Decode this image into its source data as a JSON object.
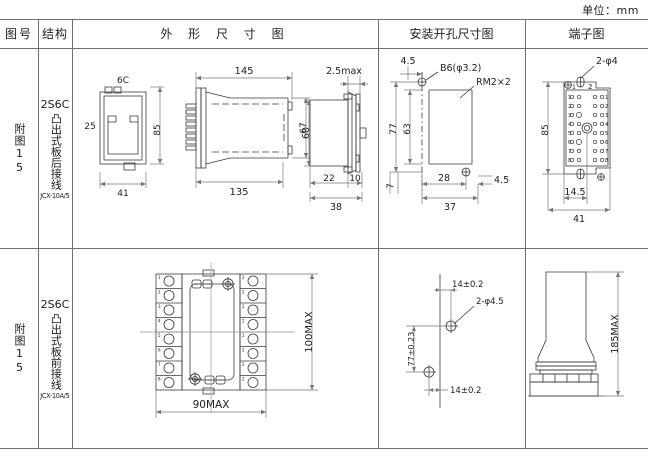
{
  "unit_note": "单位：mm",
  "header": {
    "col_code": "图号",
    "col_structure": "结构",
    "col_outline": "外 形 尺 寸 图",
    "col_hole": "安装开孔尺寸图",
    "col_terminal": "端子图"
  },
  "rows": [
    {
      "code": "附图15",
      "structure_model": "2S6C",
      "structure_text": "凸出式板后接线",
      "structure_series": "JCX-10A/5",
      "outline_dims": {
        "front_top": "6C",
        "front_left": "25",
        "front_right": "85",
        "front_bottom": "41",
        "side_top": "145",
        "side_bottom": "135",
        "side_right": "67",
        "end_top": "2.5max",
        "end_left": "60",
        "end_b1": "22",
        "end_b2": "10",
        "end_bottom": "38"
      },
      "hole_dims": {
        "top_offset": "4.5",
        "hole_spec": "B6(φ3.2)",
        "thread_spec": "RM2×2",
        "height_outer": "77",
        "height_inner": "63",
        "bottom_offset": "7",
        "width_inner": "28",
        "right_offset": "4.5",
        "width_outer": "37"
      },
      "terminal_dims": {
        "hole_note": "2-φ4",
        "height": "85",
        "width_inner": "14.5",
        "width_outer": "41",
        "top_label_1": "1",
        "top_label_2": "2",
        "pin_numbers": [
          "1",
          "2",
          "3",
          "4",
          "5",
          "6",
          "7",
          "8"
        ]
      }
    },
    {
      "code": "附图15",
      "structure_model": "2S6C",
      "structure_text": "凸出式板前接线",
      "structure_series": "JCX-10A/5",
      "outline_dims": {
        "width": "90MAX",
        "height": "100MAX",
        "terminal_numbers_left": [
          "1",
          "2",
          "3",
          "4",
          "5",
          "6",
          "7",
          "8"
        ],
        "terminal_numbers_right": [
          "2",
          "2",
          "2",
          "2",
          "2",
          "2",
          "2",
          "2"
        ]
      },
      "hole_dims": {
        "top_offset": "14±0.2",
        "hole_spec": "2-φ4.5",
        "vertical": "77±0.23",
        "bottom_offset": "14±0.2"
      },
      "terminal_dims": {
        "height": "185MAX"
      }
    }
  ],
  "colors": {
    "line": "#6f6f6f",
    "draw_line": "#3a3a3a",
    "dim_line": "#777777",
    "text": "#222222"
  }
}
